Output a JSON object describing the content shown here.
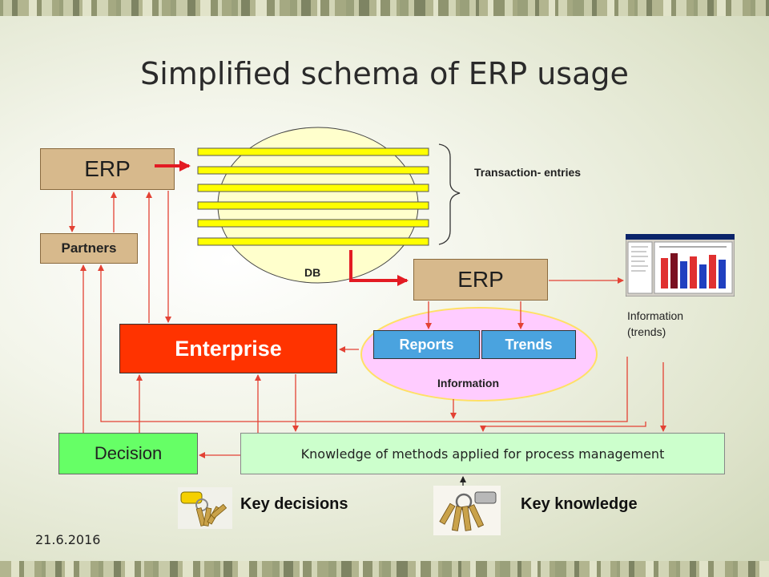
{
  "title": "Simplified  schema of ERP usage",
  "erp_top": "ERP",
  "erp_mid": "ERP",
  "partners": "Partners",
  "enterprise": "Enterprise",
  "decision": "Decision",
  "knowledge": "Knowledge of methods applied for process management",
  "reports": "Reports",
  "trends": "Trends",
  "db": "DB",
  "transaction": "Transaction- entries",
  "information": "Information",
  "info_trends_line1": "Information",
  "info_trends_line2": "(trends)",
  "key_decisions": "Key decisions",
  "key_knowledge": "Key knowledge",
  "date": "21.6.2016",
  "colors": {
    "erp": "#d7b98c",
    "enterprise": "#ff3300",
    "decision": "#66ff66",
    "knowledge": "#ccffcc",
    "tag": "#4aa3df",
    "db": "#ffffcc",
    "bar": "#ffff00",
    "information": "#ffccff",
    "arrow": "#e34234"
  }
}
